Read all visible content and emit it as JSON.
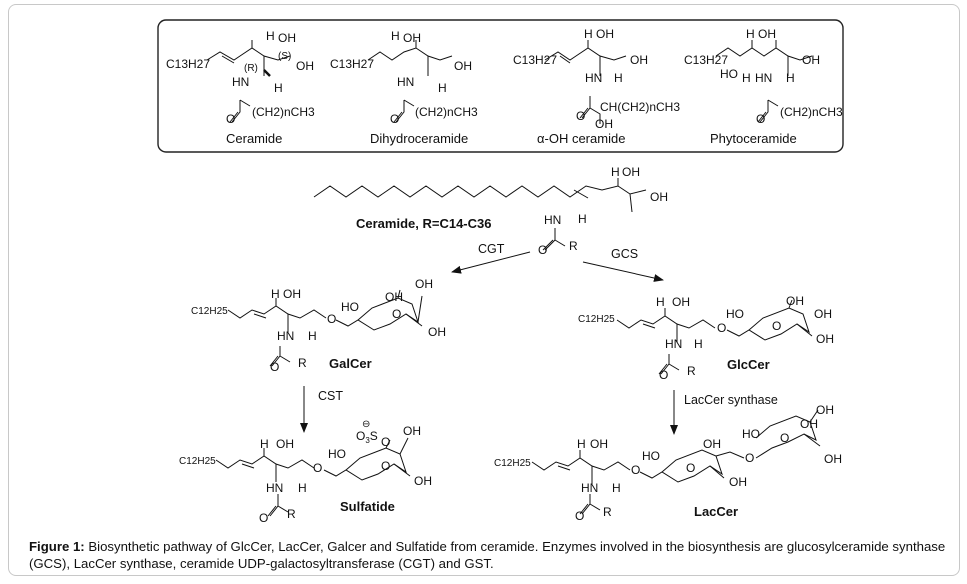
{
  "figure": {
    "caption_label": "Figure 1:",
    "caption_text": " Biosynthetic pathway of GlcCer, LacCer, Galcer and Sulfatide from ceramide. Enzymes involved in the biosynthesis are glucosylceramide synthase (GCS), LacCer synthase, ceramide UDP-galactosyltransferase (CGT) and GST."
  },
  "inset": {
    "structures": [
      {
        "name": "Ceramide",
        "chain": "C13H27",
        "acyl": "(CH2)nCH3",
        "stereo_r": "(R)",
        "stereo_s": "(S)"
      },
      {
        "name": "Dihydroceramide",
        "chain": "C13H27",
        "acyl": "(CH2)nCH3"
      },
      {
        "name": "α-OH ceramide",
        "chain": "C13H27",
        "acyl": "CH(CH2)nCH3"
      },
      {
        "name": "Phytoceramide",
        "chain": "C13H27",
        "acyl": "(CH2)nCH3"
      }
    ]
  },
  "pathway": {
    "start": {
      "name": "Ceramide, R=C14-C36"
    },
    "enzymes": {
      "cgt": "CGT",
      "gcs": "GCS",
      "cst": "CST",
      "laccer_synthase": "LacCer synthase"
    },
    "products": {
      "galcer": "GalCer",
      "glccer": "GlcCer",
      "sulfatide": "Sulfatide",
      "laccer": "LacCer"
    },
    "chain": "C12H25"
  }
}
